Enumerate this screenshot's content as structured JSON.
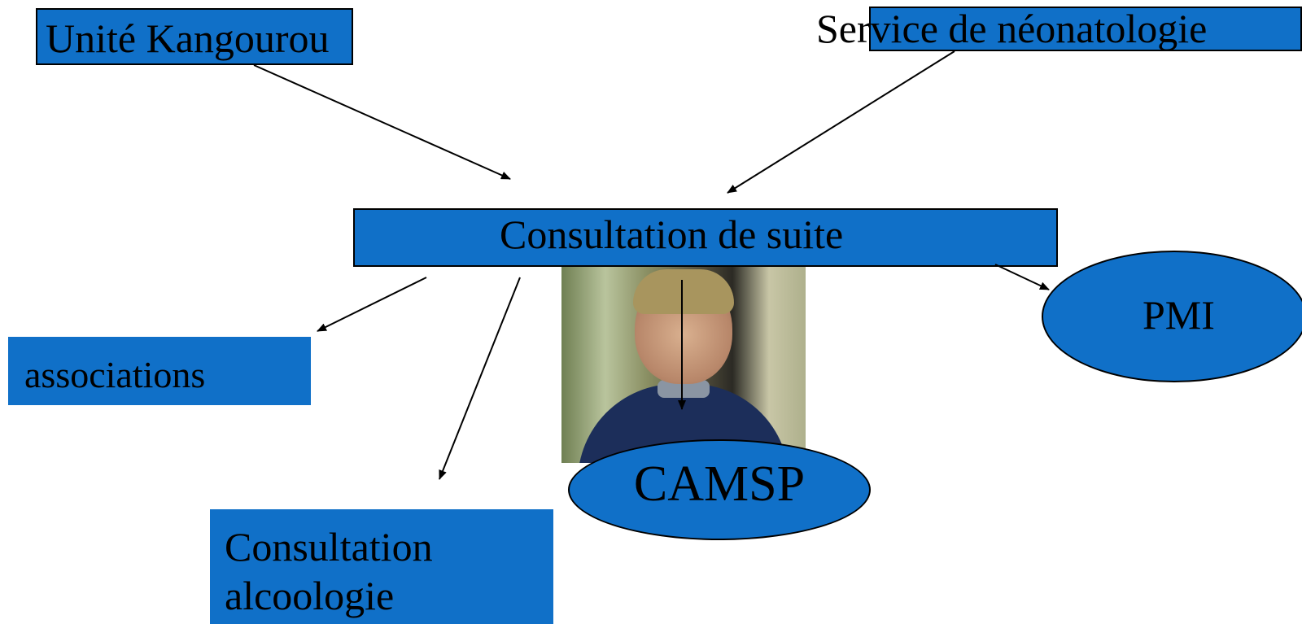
{
  "nodes": {
    "unite_kangourou": "Unité Kangourou",
    "service_neonatologie": "Service de néonatologie",
    "consultation_de_suite": "Consultation de suite",
    "associations": "associations",
    "consultation_alcoologie_line1": "Consultation",
    "consultation_alcoologie_line2": "alcoologie",
    "camsp": "CAMSP",
    "pmi": "PMI"
  },
  "colors": {
    "node_fill": "#1070c8",
    "border": "#000000",
    "arrow": "#000000",
    "background": "#ffffff"
  },
  "edges": [
    {
      "from": "Unité Kangourou",
      "to": "Consultation de suite"
    },
    {
      "from": "Service de néonatologie",
      "to": "Consultation de suite"
    },
    {
      "from": "Consultation de suite",
      "to": "associations"
    },
    {
      "from": "Consultation de suite",
      "to": "Consultation alcoologie"
    },
    {
      "from": "Consultation de suite",
      "to": "CAMSP"
    },
    {
      "from": "Consultation de suite",
      "to": "PMI"
    }
  ]
}
